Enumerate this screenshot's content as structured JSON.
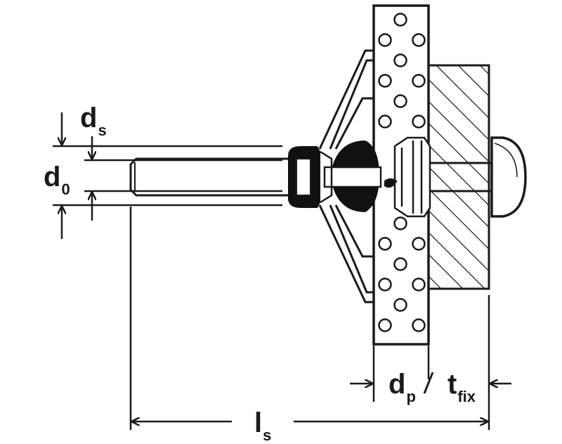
{
  "labels": {
    "ds": {
      "main": "d",
      "sub": "s"
    },
    "d0": {
      "main": "d",
      "sub": "0"
    },
    "dp": {
      "main": "d",
      "sub": "p"
    },
    "tfix": {
      "main": "t",
      "sub": "fix"
    },
    "ls": {
      "main": "l",
      "sub": "s"
    }
  },
  "colors": {
    "ink": "#1a1a1a",
    "background": "#ffffff"
  }
}
